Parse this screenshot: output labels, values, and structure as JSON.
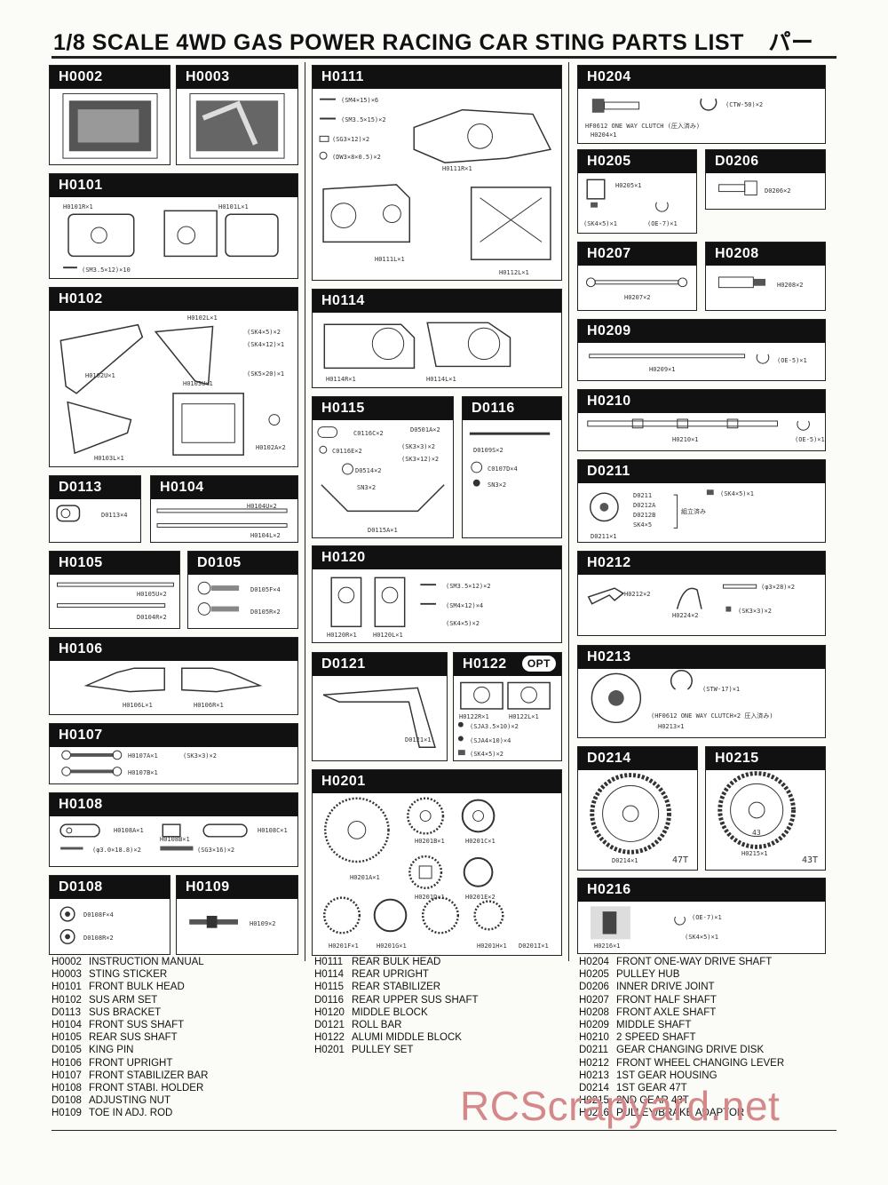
{
  "header": {
    "title": "1/8  SCALE 4WD GAS POWER RACING CAR STING PARTS LIST",
    "title_suffix": "パー"
  },
  "panels": {
    "H0002": {
      "code": "H0002"
    },
    "H0003": {
      "code": "H0003"
    },
    "H0101": {
      "code": "H0101",
      "labels": [
        "H0101R×1",
        "H0101L×1",
        "(SM3.5×12)×10"
      ]
    },
    "H0102": {
      "code": "H0102",
      "labels": [
        "H0102L×1",
        "(SK4×5)×2",
        "(SK4×12)×1",
        "(SK5×20)×1",
        "H0102U×1",
        "H0103U×1",
        "H0103L×1",
        "H0102A×2"
      ]
    },
    "D0113": {
      "code": "D0113",
      "labels": [
        "D0113×4"
      ]
    },
    "H0104": {
      "code": "H0104",
      "labels": [
        "H0104U×2",
        "H0104L×2"
      ]
    },
    "H0105": {
      "code": "H0105",
      "labels": [
        "H0105U×2",
        "D0104R×2"
      ]
    },
    "D0105": {
      "code": "D0105",
      "labels": [
        "D0105F×4",
        "D0105R×2"
      ]
    },
    "H0106": {
      "code": "H0106",
      "labels": [
        "H0106L×1",
        "H0106R×1"
      ]
    },
    "H0107": {
      "code": "H0107",
      "labels": [
        "H0107A×1",
        "(SK3×3)×2",
        "H0107B×1"
      ]
    },
    "H0108": {
      "code": "H0108",
      "labels": [
        "H0108A×1",
        "H0108B×1",
        "H0108C×1",
        "(φ3.0×18.8)×2",
        "(SG3×16)×2"
      ]
    },
    "D0108": {
      "code": "D0108",
      "labels": [
        "D0108F×4",
        "D0108R×2"
      ]
    },
    "H0109": {
      "code": "H0109",
      "labels": [
        "H0109×2"
      ]
    },
    "H0111": {
      "code": "H0111",
      "labels": [
        "(SM4×15)×6",
        "(SM3.5×15)×2",
        "(SG3×12)×2",
        "(DW3×8×0.5)×2",
        "H0111R×1",
        "H0111L×1",
        "H0112L×1"
      ]
    },
    "H0114": {
      "code": "H0114",
      "labels": [
        "H0114R×1",
        "H0114L×1"
      ]
    },
    "H0115": {
      "code": "H0115",
      "labels": [
        "C0116C×2",
        "D0501A×2",
        "C0116E×2",
        "(SK3×3)×2",
        "(SK3×12)×2",
        "D0514×2",
        "SN3×2",
        "D0115A×1"
      ]
    },
    "D0116": {
      "code": "D0116",
      "labels": [
        "D0109S×2",
        "C0107D×4",
        "SN3×2"
      ]
    },
    "H0120": {
      "code": "H0120",
      "labels": [
        "(SM3.5×12)×2",
        "(SM4×12)×4",
        "(SK4×5)×2",
        "H0120R×1",
        "H0120L×1"
      ]
    },
    "D0121": {
      "code": "D0121",
      "labels": [
        "D0121×1"
      ]
    },
    "H0122": {
      "code": "H0122",
      "opt": "OPT",
      "labels": [
        "H0122R×1",
        "H0122L×1",
        "(SJA3.5×10)×2",
        "(SJA4×10)×4",
        "(SK4×5)×2"
      ]
    },
    "H0201": {
      "code": "H0201",
      "labels": [
        "H0201A×1",
        "H0201B×1",
        "H0201C×1",
        "H0201D×1",
        "H0201E×2",
        "H0201F×1",
        "H0201G×1",
        "H0201H×1",
        "D0201I×1"
      ]
    },
    "H0204": {
      "code": "H0204",
      "labels": [
        "(CTW-50)×2",
        "HF0612 ONE WAY CLUTCH (圧入済み)",
        "H0204×1"
      ]
    },
    "H0205": {
      "code": "H0205",
      "labels": [
        "H0205×1",
        "(SK4×5)×1",
        "(OE-7)×1"
      ]
    },
    "D0206": {
      "code": "D0206",
      "labels": [
        "D0206×2"
      ]
    },
    "H0207": {
      "code": "H0207",
      "labels": [
        "H0207×2"
      ]
    },
    "H0208": {
      "code": "H0208",
      "labels": [
        "H0208×2"
      ]
    },
    "H0209": {
      "code": "H0209",
      "labels": [
        "H0209×1",
        "(OE-5)×1"
      ]
    },
    "H0210": {
      "code": "H0210",
      "labels": [
        "H0210×1",
        "(OE-5)×1"
      ]
    },
    "D0211": {
      "code": "D0211",
      "labels": [
        "D0211",
        "D0212A",
        "D0212B",
        "SK4×5",
        "組立済み",
        "(SK4×5)×1",
        "D0211×1"
      ]
    },
    "H0212": {
      "code": "H0212",
      "labels": [
        "(φ3×28)×2",
        "H0212×2",
        "H0224×2",
        "(SK3×3)×2"
      ]
    },
    "H0213": {
      "code": "H0213",
      "labels": [
        "(STW-17)×1",
        "(HF0612 ONE WAY CLUTCH×2 圧入済み)",
        "H0213×1"
      ]
    },
    "D0214": {
      "code": "D0214",
      "labels": [
        "D0214×1",
        "47T"
      ]
    },
    "H0215": {
      "code": "H0215",
      "labels": [
        "H0215×1",
        "43T",
        "43"
      ]
    },
    "H0216": {
      "code": "H0216",
      "labels": [
        "(OE-7)×1",
        "(SK4×5)×1",
        "H0216×1"
      ]
    }
  },
  "parts_list": {
    "col1": [
      {
        "code": "H0002",
        "name": "INSTRUCTION MANUAL"
      },
      {
        "code": "H0003",
        "name": "STING STICKER"
      },
      {
        "code": "H0101",
        "name": "FRONT BULK HEAD"
      },
      {
        "code": "H0102",
        "name": "SUS ARM SET"
      },
      {
        "code": "D0113",
        "name": "SUS BRACKET"
      },
      {
        "code": "H0104",
        "name": "FRONT SUS SHAFT"
      },
      {
        "code": "H0105",
        "name": "REAR SUS SHAFT"
      },
      {
        "code": "D0105",
        "name": "KING PIN"
      },
      {
        "code": "H0106",
        "name": "FRONT UPRIGHT"
      },
      {
        "code": "H0107",
        "name": "FRONT STABILIZER BAR"
      },
      {
        "code": "H0108",
        "name": "FRONT STABI. HOLDER"
      },
      {
        "code": "D0108",
        "name": "ADJUSTING NUT"
      },
      {
        "code": "H0109",
        "name": "TOE IN ADJ. ROD"
      }
    ],
    "col2": [
      {
        "code": "H0111",
        "name": "REAR BULK HEAD"
      },
      {
        "code": "H0114",
        "name": "REAR UPRIGHT"
      },
      {
        "code": "H0115",
        "name": "REAR STABILIZER"
      },
      {
        "code": "D0116",
        "name": "REAR UPPER SUS SHAFT"
      },
      {
        "code": "H0120",
        "name": "MIDDLE BLOCK"
      },
      {
        "code": "D0121",
        "name": "ROLL BAR"
      },
      {
        "code": "H0122",
        "name": "ALUMI MIDDLE BLOCK"
      },
      {
        "code": "H0201",
        "name": "PULLEY SET"
      }
    ],
    "col3": [
      {
        "code": "H0204",
        "name": "FRONT ONE-WAY DRIVE SHAFT"
      },
      {
        "code": "H0205",
        "name": "PULLEY HUB"
      },
      {
        "code": "D0206",
        "name": "INNER DRIVE JOINT"
      },
      {
        "code": "H0207",
        "name": "FRONT HALF SHAFT"
      },
      {
        "code": "H0208",
        "name": "FRONT AXLE SHAFT"
      },
      {
        "code": "H0209",
        "name": "MIDDLE SHAFT"
      },
      {
        "code": "H0210",
        "name": "2 SPEED SHAFT"
      },
      {
        "code": "D0211",
        "name": "GEAR CHANGING DRIVE DISK"
      },
      {
        "code": "H0212",
        "name": "FRONT WHEEL CHANGING LEVER"
      },
      {
        "code": "H0213",
        "name": "1ST GEAR HOUSING"
      },
      {
        "code": "D0214",
        "name": "1ST GEAR 47T"
      },
      {
        "code": "H0215",
        "name": "2ND GEAR 43T"
      },
      {
        "code": "H0216",
        "name": "PULLEY/BRAKE ADAPTOR"
      }
    ]
  },
  "watermark": "RCScrapyard.net"
}
